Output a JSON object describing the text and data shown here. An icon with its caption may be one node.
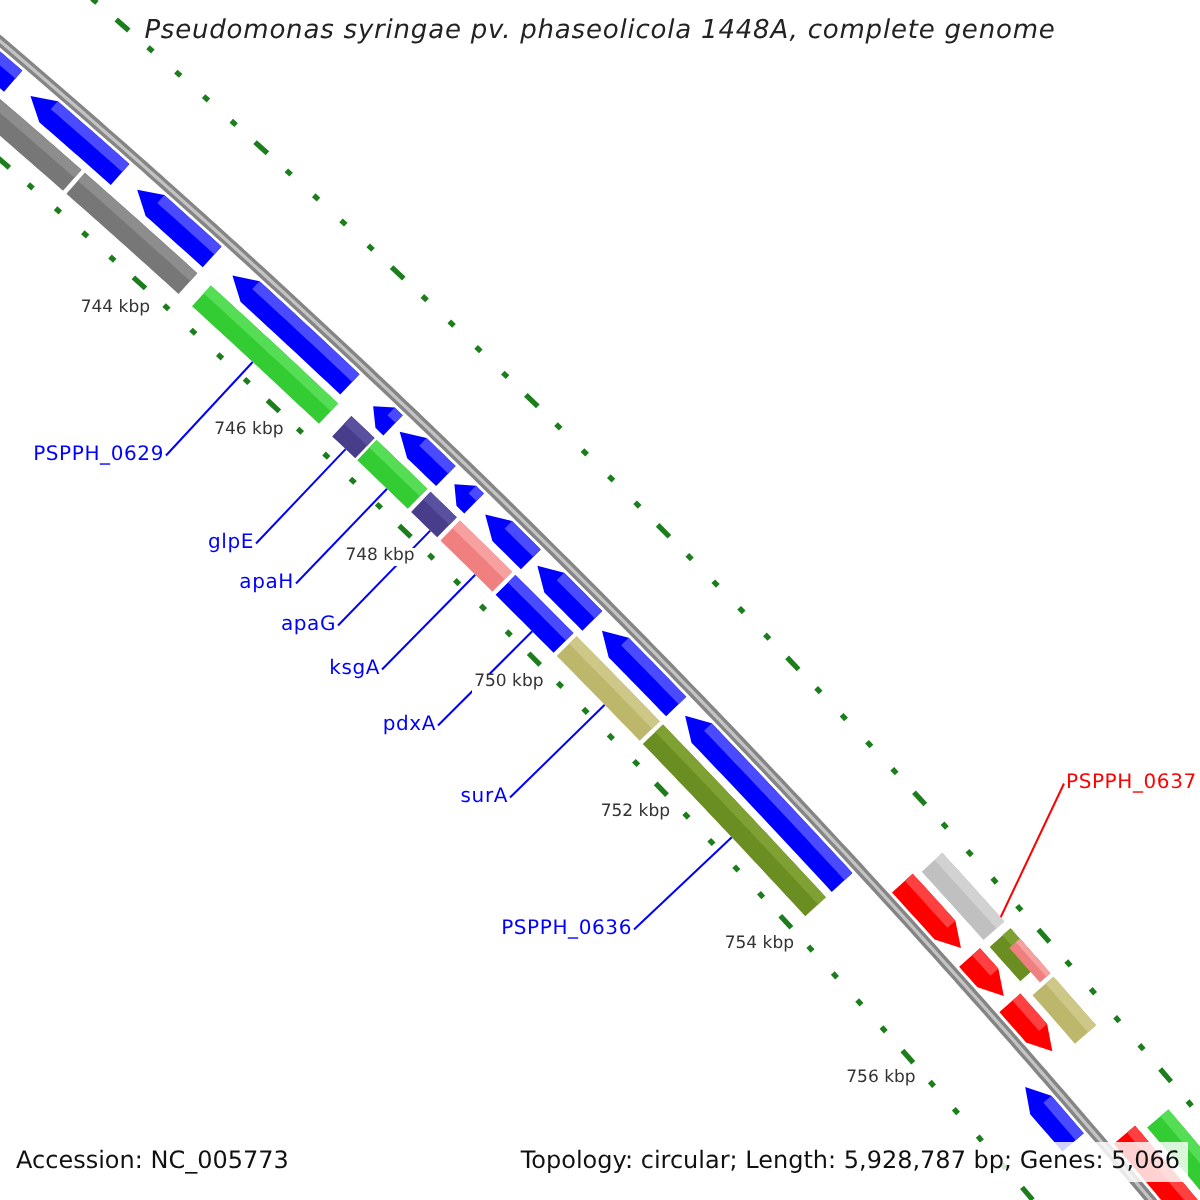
{
  "diagram": {
    "title": "Pseudomonas syringae pv. phaseolicola 1448A, complete genome",
    "nodes": [
      {
        "text": [
          "PSPPH_0629"
        ]
      },
      {
        "text": [
          "glpE"
        ]
      },
      {
        "text": [
          "apaH"
        ]
      },
      {
        "text": [
          "apaG"
        ]
      },
      {
        "text": [
          "ksgA"
        ]
      },
      {
        "text": [
          "pdxA"
        ]
      },
      {
        "text": [
          "PSPPH_0637"
        ]
      },
      {
        "text": [
          "surA"
        ]
      },
      {
        "text": [
          "PSPPH_0636"
        ]
      },
      {
        "text": [],
        "shape": "bar"
      },
      {
        "text": [],
        "shape": "arrow"
      },
      {
        "text": [],
        "shape": "arrow"
      },
      {
        "text": [],
        "shape": "bar"
      },
      {
        "text": [],
        "shape": "arrow"
      },
      {
        "text": [],
        "shape": "bar"
      },
      {
        "text": [],
        "shape": "arrow"
      },
      {
        "text": [],
        "shape": "bar"
      },
      {
        "text": [],
        "shape": "arrow"
      },
      {
        "text": [],
        "shape": "bar"
      },
      {
        "text": [],
        "shape": "arrow"
      },
      {
        "text": [],
        "shape": "bar"
      },
      {
        "text": [],
        "shape": "arrow"
      },
      {
        "text": [],
        "shape": "bar"
      },
      {
        "text": [],
        "shape": "arrow"
      },
      {
        "text": [],
        "shape": "bar"
      },
      {
        "text": [],
        "shape": "arrow"
      },
      {
        "text": [],
        "shape": "bar"
      },
      {
        "text": [],
        "shape": "arrow"
      },
      {
        "text": [],
        "shape": "bar"
      },
      {
        "text": [],
        "shape": "arrow"
      },
      {
        "text": [],
        "shape": "arrow"
      },
      {
        "text": [],
        "shape": "bar"
      },
      {
        "text": [],
        "shape": "arrow"
      },
      {
        "text": [],
        "shape": "bar"
      },
      {
        "text": [],
        "shape": "bar"
      },
      {
        "text": [],
        "shape": "arrow"
      },
      {
        "text": [],
        "shape": "bar"
      },
      {
        "text": [],
        "shape": "arrow"
      },
      {
        "text": [],
        "shape": "arrow"
      },
      {
        "text": [],
        "shape": "bar"
      }
    ],
    "edges": [
      {
        "from": 0,
        "to": 14,
        "arrow": "none"
      },
      {
        "from": 1,
        "to": 16,
        "arrow": "none"
      },
      {
        "from": 2,
        "to": 18,
        "arrow": "none"
      },
      {
        "from": 3,
        "to": 20,
        "arrow": "none"
      },
      {
        "from": 4,
        "to": 22,
        "arrow": "none"
      },
      {
        "from": 5,
        "to": 24,
        "arrow": "none"
      },
      {
        "from": 6,
        "to": 31,
        "arrow": "none",
        "color": "#ff0000"
      },
      {
        "from": 7,
        "to": 26,
        "arrow": "none"
      },
      {
        "from": 8,
        "to": 28,
        "arrow": "none"
      }
    ],
    "labels": [
      "744 kbp",
      "746 kbp",
      "748 kbp",
      "750 kbp",
      "752 kbp",
      "754 kbp",
      "756 kbp",
      "Accession: NC_005773",
      "Topology: circular; Length: 5,928,787 bp; Genes: 5,066"
    ]
  }
}
